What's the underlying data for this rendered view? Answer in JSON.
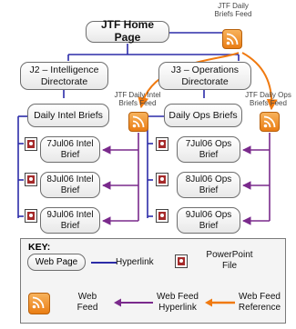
{
  "nodes": {
    "home": "JTF Home Page",
    "j2": [
      "J2 – Intelligence",
      "Directorate"
    ],
    "j3": [
      "J3 – Operations",
      "Directorate"
    ],
    "intel_briefs": "Daily Intel Briefs",
    "ops_briefs": "Daily Ops Briefs",
    "intel_docs": [
      [
        "7Jul06 Intel",
        "Brief"
      ],
      [
        "8Jul06 Intel",
        "Brief"
      ],
      [
        "9Jul06 Intel",
        "Brief"
      ]
    ],
    "ops_docs": [
      [
        "7Jul06 Ops",
        "Brief"
      ],
      [
        "8Jul06 Ops",
        "Brief"
      ],
      [
        "9Jul06 Ops",
        "Brief"
      ]
    ]
  },
  "feed_labels": {
    "jtf": [
      "JTF Daily",
      "Briefs Feed"
    ],
    "intel": [
      "JTF Daily Intel",
      "Briefs Feed"
    ],
    "ops": [
      "JTF Daily Ops",
      "Briefs Feed"
    ]
  },
  "key": {
    "title": "KEY:",
    "web_page": "Web Page",
    "hyperlink": "Hyperlink",
    "powerpoint": [
      "PowerPoint",
      "File"
    ],
    "web_feed": [
      "Web",
      "Feed"
    ],
    "feed_hyperlink": [
      "Web Feed",
      "Hyperlink"
    ],
    "feed_reference": [
      "Web Feed",
      "Reference"
    ]
  },
  "colors": {
    "hyperlink": "#2c2ca8",
    "feed_hyperlink": "#7a2a8c",
    "feed_reference": "#f07a10",
    "feed_icon": "#ea7d14",
    "ppt_icon": "#a52a2a"
  },
  "icons": [
    "rss-feed-icon",
    "powerpoint-file-icon"
  ]
}
